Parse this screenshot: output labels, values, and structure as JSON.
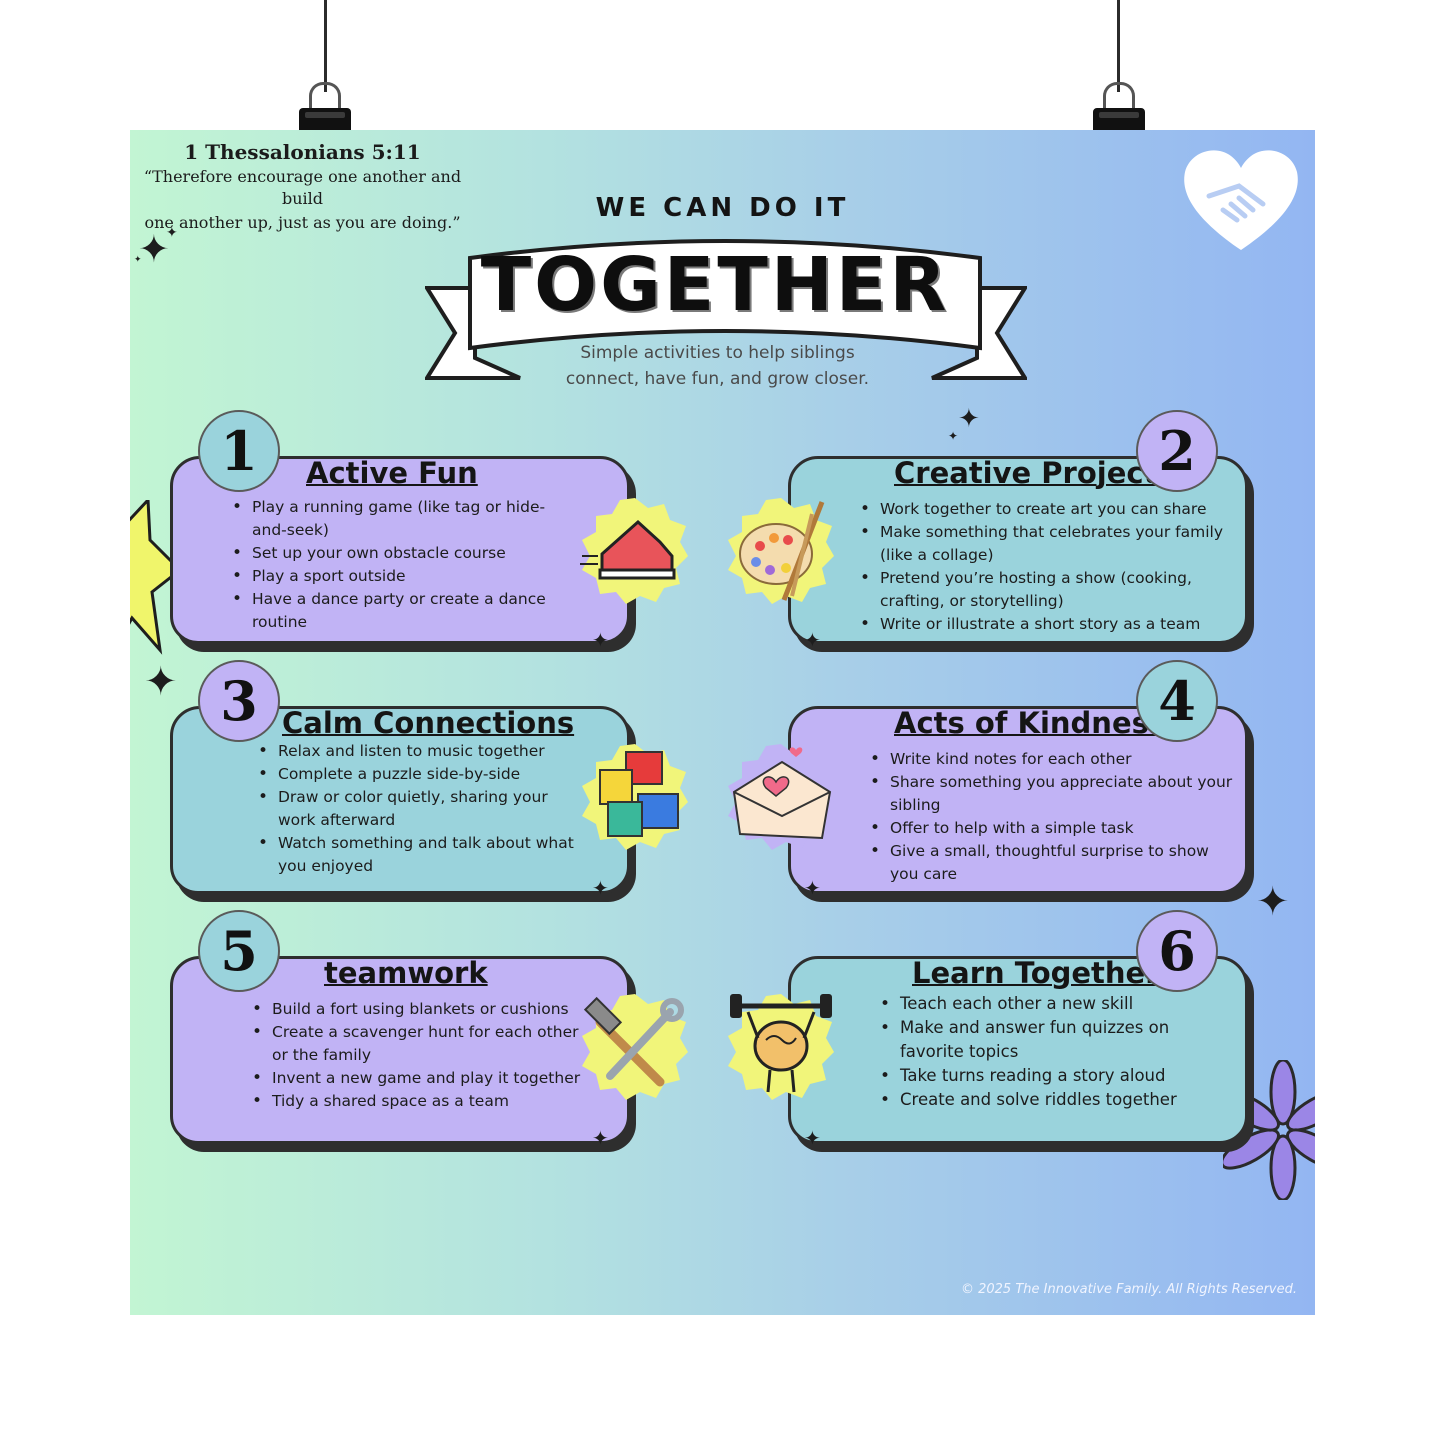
{
  "verse": {
    "reference": "1 Thessalonians 5:11",
    "text_line1": "“Therefore encourage one another and build",
    "text_line2": "one another up, just as you are doing.”"
  },
  "header": {
    "kicker": "WE CAN DO IT",
    "title": "TOGETHER",
    "subtitle_line1": "Simple activities to help siblings",
    "subtitle_line2": "connect, have fun, and grow closer."
  },
  "cards": [
    {
      "number": "1",
      "title": "Active Fun",
      "icon": "sneaker-icon",
      "items": [
        "Play a running game (like tag or hide-and-seek)",
        "Set up your own obstacle course",
        "Play a sport outside",
        "Have a dance party or create a dance routine"
      ]
    },
    {
      "number": "2",
      "title": "Creative Projects",
      "icon": "paint-palette-icon",
      "items": [
        "Work together to create art you can share",
        "Make something that celebrates your family (like a collage)",
        "Pretend you’re hosting a show (cooking, crafting, or storytelling)",
        "Write or illustrate a short story as a team"
      ]
    },
    {
      "number": "3",
      "title": "Calm Connections",
      "icon": "puzzle-icon",
      "items": [
        "Relax and listen to music together",
        "Complete a puzzle side-by-side",
        "Draw or color quietly, sharing your work afterward",
        "Watch something and talk about what you enjoyed"
      ]
    },
    {
      "number": "4",
      "title": "Acts of Kindness",
      "icon": "love-letter-icon",
      "items": [
        "Write kind notes for each other",
        "Share something you appreciate about your sibling",
        "Offer to help with a simple task",
        "Give a small, thoughtful surprise to show you care"
      ]
    },
    {
      "number": "5",
      "title": "teamwork",
      "icon": "hammer-wrench-icon",
      "items": [
        "Build a fort using blankets or cushions",
        "Create a scavenger hunt for each other or the family",
        "Invent a new game and play it together",
        "Tidy a shared space as a team"
      ]
    },
    {
      "number": "6",
      "title": "Learn Together",
      "icon": "brain-barbell-icon",
      "items": [
        "Teach each other a new skill",
        "Make and answer fun quizzes on favorite topics",
        "Take turns reading a story aloud",
        "Create and solve riddles together"
      ]
    }
  ],
  "footer": {
    "copyright": "© 2025 The Innovative Family. All Rights Reserved."
  },
  "colors": {
    "card_purple": "#c1b3f5",
    "card_teal": "#9ad3dc",
    "icon_blob_yellow": "#f1f57a",
    "background_left": "#c2f5d3",
    "background_right": "#93b6f2"
  }
}
